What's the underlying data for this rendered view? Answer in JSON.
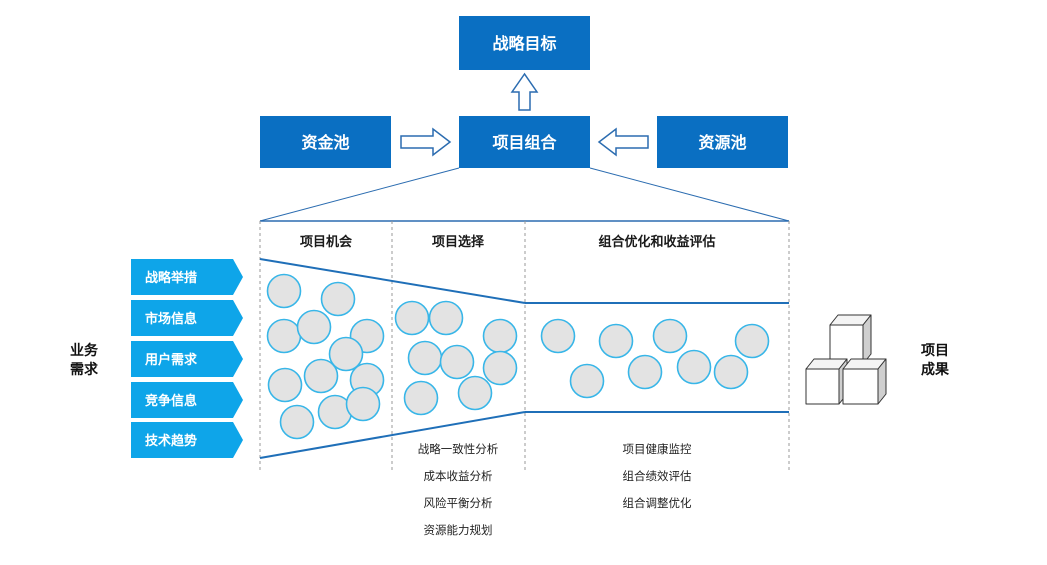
{
  "top_box": {
    "label": "战略目标"
  },
  "middle_row": {
    "left_box": "资金池",
    "center_box": "项目组合",
    "right_box": "资源池"
  },
  "colors": {
    "box_blue": "#0a6fc2",
    "arrow_tag": "#0ea5e9",
    "circle_fill": "#e3e3e3",
    "circle_stroke": "#38b6e8",
    "line_blue": "#1f6fb8"
  },
  "funnel": {
    "headers": [
      "项目机会",
      "项目选择",
      "组合优化和收益评估"
    ],
    "selection_items": [
      "战略一致性分析",
      "成本收益分析",
      "风险平衡分析",
      "资源能力规划"
    ],
    "evaluation_items": [
      "项目健康监控",
      "组合绩效评估",
      "组合调整优化"
    ]
  },
  "left_label": {
    "line1": "业务",
    "line2": "需求"
  },
  "left_tags": [
    "战略举措",
    "市场信息",
    "用户需求",
    "竞争信息",
    "技术趋势"
  ],
  "right_label": {
    "line1": "项目",
    "line2": "成果"
  }
}
